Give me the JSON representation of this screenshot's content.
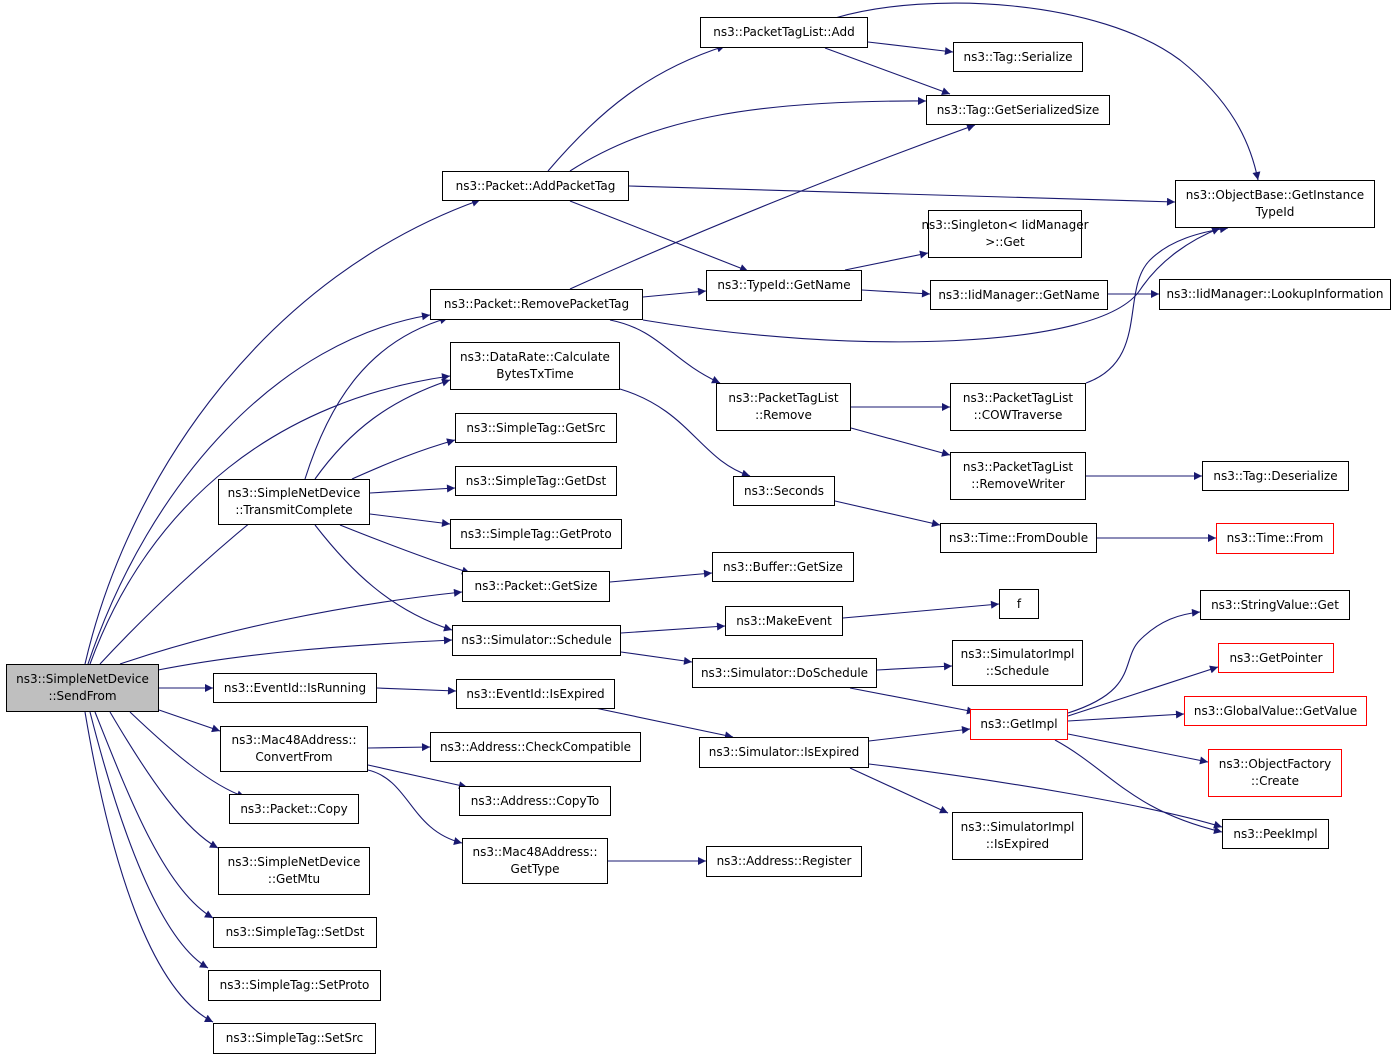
{
  "colors": {
    "edge": "#191970",
    "node_border": "#000000",
    "root_fill": "#bfbfbf",
    "external_border": "#ff0000"
  },
  "nodes": {
    "sendfrom": [
      "ns3::SimpleNetDevice",
      "::SendFrom"
    ],
    "addpackettag": [
      "ns3::Packet::AddPacketTag"
    ],
    "removepackettag": [
      "ns3::Packet::RemovePacketTag"
    ],
    "datarate": [
      "ns3::DataRate::Calculate",
      "BytesTxTime"
    ],
    "getsrc": [
      "ns3::SimpleTag::GetSrc"
    ],
    "getdst": [
      "ns3::SimpleTag::GetDst"
    ],
    "getproto": [
      "ns3::SimpleTag::GetProto"
    ],
    "transmitcomplete": [
      "ns3::SimpleNetDevice",
      "::TransmitComplete"
    ],
    "packetgetsize": [
      "ns3::Packet::GetSize"
    ],
    "schedule": [
      "ns3::Simulator::Schedule"
    ],
    "isrunning": [
      "ns3::EventId::IsRunning"
    ],
    "convertfrom": [
      "ns3::Mac48Address::",
      "ConvertFrom"
    ],
    "packetcopy": [
      "ns3::Packet::Copy"
    ],
    "getmtu": [
      "ns3::SimpleNetDevice",
      "::GetMtu"
    ],
    "setdst": [
      "ns3::SimpleTag::SetDst"
    ],
    "setproto": [
      "ns3::SimpleTag::SetProto"
    ],
    "setsrc": [
      "ns3::SimpleTag::SetSrc"
    ],
    "ptladd": [
      "ns3::PacketTagList::Add"
    ],
    "typeidgetname": [
      "ns3::TypeId::GetName"
    ],
    "ptlremove": [
      "ns3::PacketTagList",
      "::Remove"
    ],
    "seconds": [
      "ns3::Seconds"
    ],
    "buffergetsize": [
      "ns3::Buffer::GetSize"
    ],
    "makeevent": [
      "ns3::MakeEvent"
    ],
    "doschedule": [
      "ns3::Simulator::DoSchedule"
    ],
    "isexpired": [
      "ns3::EventId::IsExpired"
    ],
    "checkcompatible": [
      "ns3::Address::CheckCompatible"
    ],
    "copyto": [
      "ns3::Address::CopyTo"
    ],
    "mac48gettype": [
      "ns3::Mac48Address::",
      "GetType"
    ],
    "simisexpired": [
      "ns3::Simulator::IsExpired"
    ],
    "tagserialize": [
      "ns3::Tag::Serialize"
    ],
    "taggetserializedsize": [
      "ns3::Tag::GetSerializedSize"
    ],
    "singletonget": [
      "ns3::Singleton< IidManager",
      ">::Get"
    ],
    "iidgetname": [
      "ns3::IidManager::GetName"
    ],
    "cowtraverse": [
      "ns3::PacketTagList",
      "::COWTraverse"
    ],
    "removewriter": [
      "ns3::PacketTagList",
      "::RemoveWriter"
    ],
    "fromdouble": [
      "ns3::Time::FromDouble"
    ],
    "f": [
      "f"
    ],
    "simimplschedule": [
      "ns3::SimulatorImpl",
      "::Schedule"
    ],
    "getimpl": [
      "ns3::GetImpl"
    ],
    "addressregister": [
      "ns3::Address::Register"
    ],
    "simimplisexpired": [
      "ns3::SimulatorImpl",
      "::IsExpired"
    ],
    "getinstancetypeid": [
      "ns3::ObjectBase::GetInstance",
      "TypeId"
    ],
    "lookupinformation": [
      "ns3::IidManager::LookupInformation"
    ],
    "tagdeserialize": [
      "ns3::Tag::Deserialize"
    ],
    "timefrom": [
      "ns3::Time::From"
    ],
    "stringvalueget": [
      "ns3::StringValue::Get"
    ],
    "getpointer": [
      "ns3::GetPointer"
    ],
    "globalvaluegetvalue": [
      "ns3::GlobalValue::GetValue"
    ],
    "objectfactorycreate": [
      "ns3::ObjectFactory",
      "::Create"
    ],
    "peekimpl": [
      "ns3::PeekImpl"
    ]
  }
}
